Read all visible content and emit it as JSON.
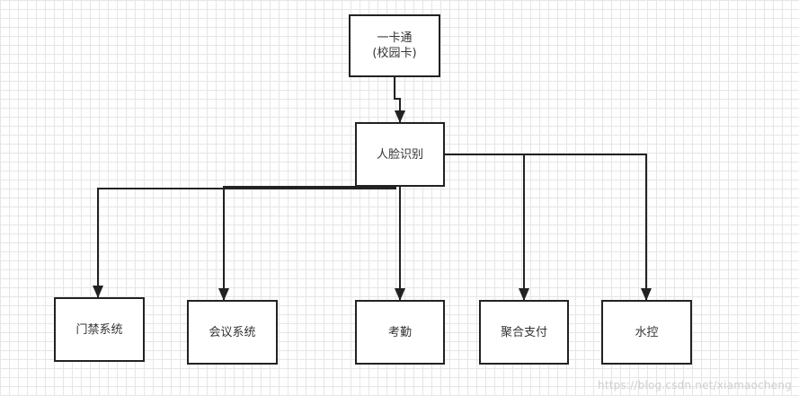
{
  "nodes": {
    "root": "一卡通\n(校园卡)",
    "face": "人脸识别",
    "door": "门禁系统",
    "meeting": "会议系统",
    "attendance": "考勤",
    "payment": "聚合支付",
    "water": "水控"
  },
  "watermark": "https://blog.csdn.net/xiamaocheng",
  "colors": {
    "line": "#222222",
    "grid": "#e6e6e6"
  }
}
